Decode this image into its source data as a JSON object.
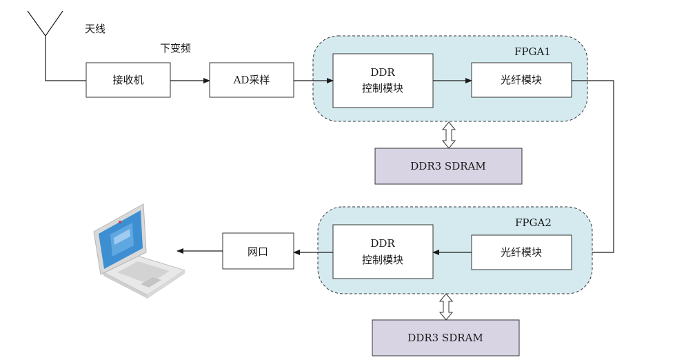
{
  "labels": {
    "antenna": "天线",
    "downconvert": "下变频",
    "receiver": "接收机",
    "ad_sampling": "AD采样",
    "fpga1": "FPGA1",
    "fpga2": "FPGA2",
    "ddr_line1": "DDR",
    "ddr_line2": "控制模块",
    "fiber": "光纤模块",
    "sdram": "DDR3 SDRAM",
    "network": "网口"
  },
  "colors": {
    "fpga_fill": "#d4eaee",
    "sdram_fill": "#d9d4e4",
    "laptop_screen": "#3d8fd1"
  },
  "icons": [
    "antenna-icon",
    "laptop-icon",
    "double-arrow-icon"
  ]
}
